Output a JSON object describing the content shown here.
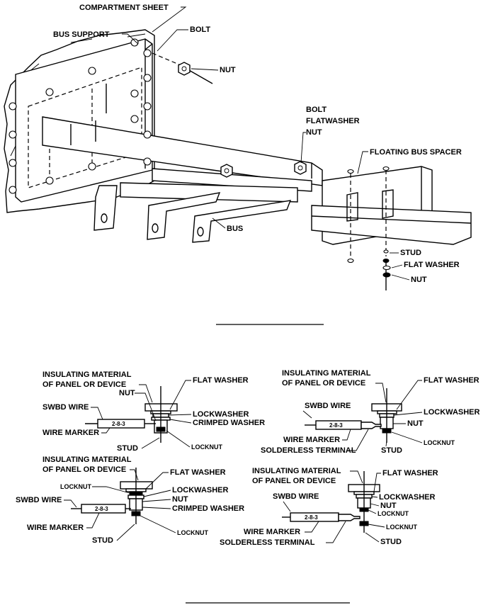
{
  "top_figure": {
    "labels": {
      "compartment_sheet": "COMPARTMENT SHEET",
      "bus_support": "BUS SUPPORT",
      "bolt": "BOLT",
      "nut": "NUT",
      "bolt_flatwasher_nut_1": "BOLT",
      "bolt_flatwasher_nut_2": "FLATWASHER",
      "bolt_flatwasher_nut_3": "NUT",
      "floating_bus_spacer": "FLOATING BUS SPACER",
      "bus": "BUS",
      "stud": "STUD",
      "flat_washer": "FLAT WASHER",
      "nut_bottom": "NUT"
    }
  },
  "bottom_figure": {
    "panel_tl": {
      "insulating_1": "INSULATING MATERIAL",
      "insulating_2": "OF PANEL OR DEVICE",
      "flat_washer": "FLAT WASHER",
      "nut": "NUT",
      "swbd_wire": "SWBD WIRE",
      "lockwasher": "LOCKWASHER",
      "crimped_washer": "CRIMPED WASHER",
      "wire_marker": "WIRE MARKER",
      "stud": "STUD",
      "locknut": "LOCKNUT",
      "marker_code": "2-8-3"
    },
    "panel_tr": {
      "insulating_1": "INSULATING MATERIAL",
      "insulating_2": "OF PANEL OR DEVICE",
      "flat_washer": "FLAT WASHER",
      "swbd_wire": "SWBD WIRE",
      "lockwasher": "LOCKWASHER",
      "nut": "NUT",
      "wire_marker": "WIRE MARKER",
      "locknut": "LOCKNUT",
      "solderless_terminal": "SOLDERLESS TERMINAL",
      "stud": "STUD",
      "marker_code": "2-8-3"
    },
    "panel_bl": {
      "insulating_1": "INSULATING MATERIAL",
      "insulating_2": "OF PANEL OR DEVICE",
      "flat_washer": "FLAT WASHER",
      "locknut_top": "LOCKNUT",
      "lockwasher": "LOCKWASHER",
      "swbd_wire": "SWBD WIRE",
      "nut": "NUT",
      "crimped_washer": "CRIMPED WASHER",
      "wire_marker": "WIRE MARKER",
      "locknut_bottom": "LOCKNUT",
      "stud": "STUD",
      "marker_code": "2-8-3"
    },
    "panel_br": {
      "insulating_1": "INSULATING MATERIAL",
      "insulating_2": "OF PANEL OR DEVICE",
      "flat_washer": "FLAT WASHER",
      "swbd_wire": "SWBD WIRE",
      "lockwasher": "LOCKWASHER",
      "nut": "NUT",
      "locknut_1": "LOCKNUT",
      "locknut_2": "LOCKNUT",
      "wire_marker": "WIRE MARKER",
      "stud": "STUD",
      "solderless_terminal": "SOLDERLESS TERMINAL",
      "marker_code": "2-8-3"
    }
  }
}
